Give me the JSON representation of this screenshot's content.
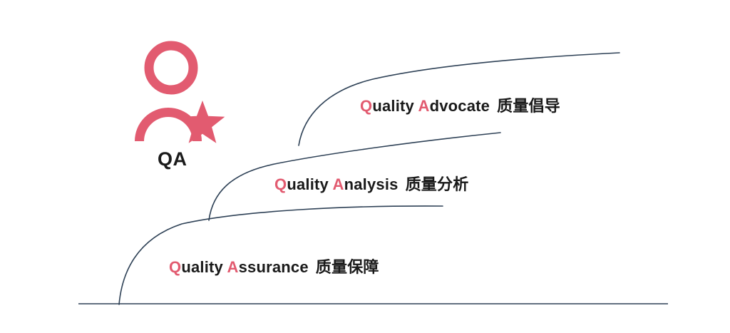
{
  "colors": {
    "accent": "#e25b70",
    "curve": "#2e4156",
    "text": "#1a1a1a",
    "background": "#ffffff"
  },
  "icon": {
    "semantic": "person-with-star-icon",
    "label": "QA"
  },
  "tiers": [
    {
      "level": "top",
      "en_first_letter": "Q",
      "en_word1_rest": "uality",
      "en_second_letter": "A",
      "en_word2_rest": "dvocate",
      "zh": "质量倡导"
    },
    {
      "level": "middle",
      "en_first_letter": "Q",
      "en_word1_rest": "uality",
      "en_second_letter": "A",
      "en_word2_rest": "nalysis",
      "zh": "质量分析"
    },
    {
      "level": "bottom",
      "en_first_letter": "Q",
      "en_word1_rest": "uality",
      "en_second_letter": "A",
      "en_word2_rest": "ssurance",
      "zh": "质量保障"
    }
  ]
}
